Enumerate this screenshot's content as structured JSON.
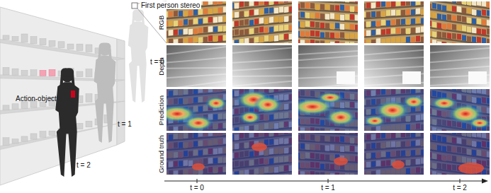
{
  "diagram": {
    "labels": [
      "First person stereo",
      "RGB",
      "Depth",
      "Prediction",
      "Ground truth",
      "Action-object",
      "t = 0",
      "t = 1",
      "t = 2",
      "t = 0",
      "t = 1",
      "t = 2"
    ]
  }
}
